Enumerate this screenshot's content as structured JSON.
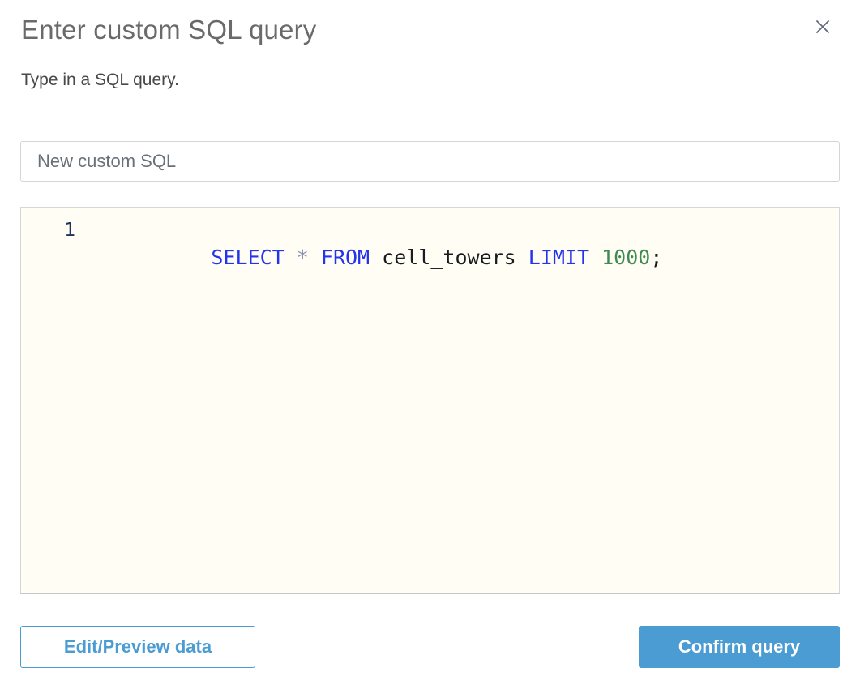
{
  "dialog": {
    "title": "Enter custom SQL query",
    "subtitle": "Type in a SQL query."
  },
  "query_name_input": {
    "value": "New custom SQL"
  },
  "editor": {
    "lines": [
      {
        "number": "1",
        "tokens": [
          {
            "text": "SELECT ",
            "type": "keyword"
          },
          {
            "text": "* ",
            "type": "operator"
          },
          {
            "text": "FROM ",
            "type": "keyword"
          },
          {
            "text": "cell_towers ",
            "type": "identifier"
          },
          {
            "text": "LIMIT ",
            "type": "keyword"
          },
          {
            "text": "1000",
            "type": "number"
          },
          {
            "text": ";",
            "type": "punctuation"
          }
        ]
      }
    ]
  },
  "buttons": {
    "secondary_label": "Edit/Preview data",
    "primary_label": "Confirm query"
  },
  "icons": {
    "close": "close-icon"
  },
  "colors": {
    "title_gray": "#6a6a6a",
    "subtitle_gray": "#484848",
    "input_text_gray": "#687078",
    "border_gray": "#d5d5d5",
    "editor_bg": "#fffdf4",
    "accent_blue": "#4b9cd3",
    "keyword_blue": "#2434ee",
    "number_green": "#3d8b51",
    "operator_gray": "#8593af",
    "identifier_black": "#191c1f",
    "gutter_navy": "#20315f"
  }
}
